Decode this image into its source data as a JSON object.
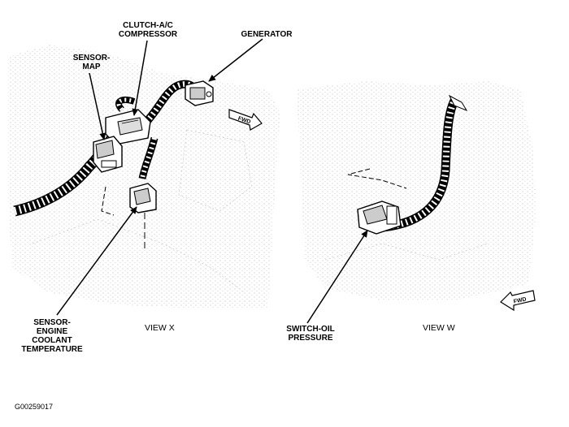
{
  "labels": {
    "clutch": [
      "CLUTCH-A/C",
      "COMPRESSOR"
    ],
    "generator": [
      "GENERATOR"
    ],
    "map": [
      "SENSOR-",
      "MAP"
    ],
    "coolant": [
      "SENSOR-",
      "ENGINE",
      "COOLANT",
      "TEMPERATURE"
    ],
    "oil": [
      "SWITCH-OIL",
      "PRESSURE"
    ]
  },
  "views": {
    "left": "VIEW X",
    "right": "VIEW W"
  },
  "fwd": "FWD",
  "figure_id": "G00259017"
}
